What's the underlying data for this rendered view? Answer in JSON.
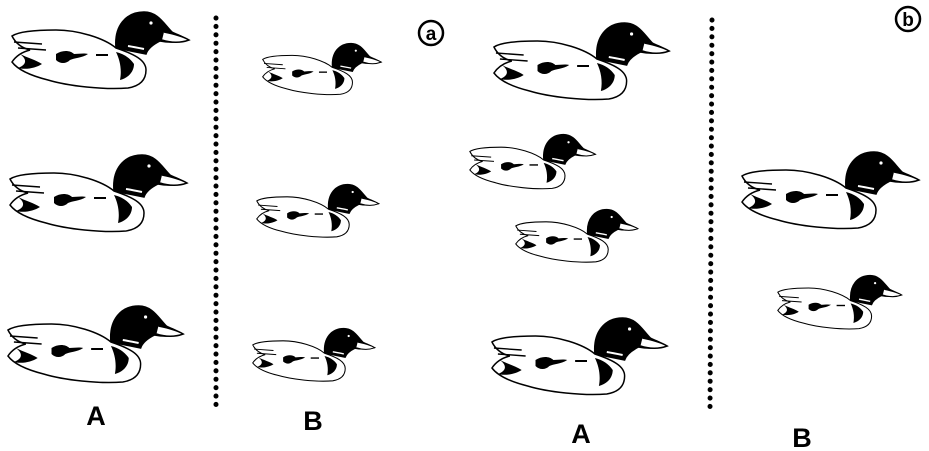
{
  "panels": [
    {
      "badge": "a",
      "groups": [
        {
          "label": "A",
          "ducks": [
            "large",
            "large",
            "large"
          ]
        },
        {
          "label": "B",
          "ducks": [
            "small",
            "small",
            "small"
          ]
        }
      ]
    },
    {
      "badge": "b",
      "groups": [
        {
          "label": "A",
          "ducks": [
            "large",
            "small",
            "small",
            "large"
          ]
        },
        {
          "label": "B",
          "ducks": [
            "large",
            "small"
          ]
        }
      ]
    }
  ],
  "colors": {
    "ink": "#000000",
    "background": "#ffffff"
  },
  "icons": {
    "duck": "duck-decoy-icon",
    "divider": "dotted-divider"
  }
}
